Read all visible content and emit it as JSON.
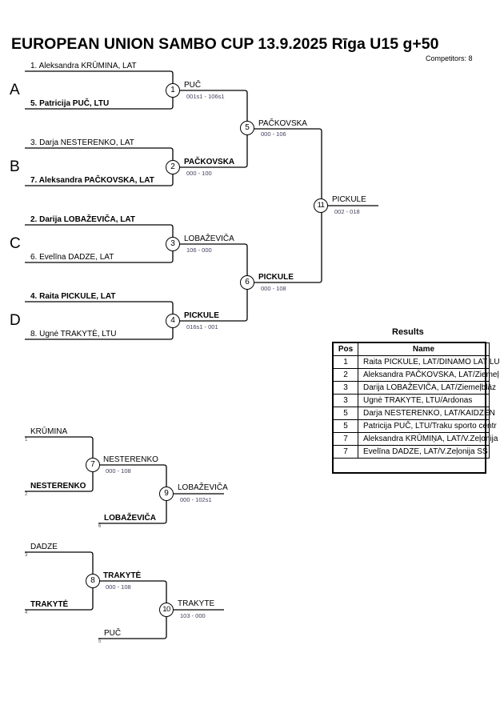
{
  "header": {
    "title": "EUROPEAN UNION SAMBO CUP  13.9.2025  Rīga   U15 g+50",
    "competitors": "Competitors: 8"
  },
  "pools": [
    "A",
    "B",
    "C",
    "D"
  ],
  "round1": [
    {
      "top": "1. Aleksandra KRŪMINA, LAT",
      "bottom": "5. Patricija PUČ, LTU",
      "bold_side": "bottom",
      "match": "1",
      "winner": "PUČ",
      "winner_bold": false,
      "score": "001s1 - 106s1"
    },
    {
      "top": "3. Darja NESTERENKO, LAT",
      "bottom": "7. Aleksandra PAČKOVSKA, LAT",
      "bold_side": "bottom",
      "match": "2",
      "winner": "PAČKOVSKA",
      "winner_bold": true,
      "score": "000 - 100"
    },
    {
      "top": "2. Darija LOBAŽEVIČA, LAT",
      "bottom": "6. Evelīna DADZE, LAT",
      "bold_side": "top",
      "match": "3",
      "winner": "LOBAŽEVIČA",
      "winner_bold": false,
      "score": "106 - 000"
    },
    {
      "top": "4. Raita PICKULE, LAT",
      "bottom": "8. Ugnė TRAKYTĖ, LTU",
      "bold_side": "top",
      "match": "4",
      "winner": "PICKULE",
      "winner_bold": true,
      "score": "016s1 - 001"
    }
  ],
  "round2": [
    {
      "match": "5",
      "winner": "PAČKOVSKA",
      "winner_bold": false,
      "score": "000 - 106"
    },
    {
      "match": "6",
      "winner": "PICKULE",
      "winner_bold": true,
      "score": "000 - 108"
    }
  ],
  "final": {
    "match": "11",
    "winner": "PICKULE",
    "score": "002 - 018"
  },
  "repechage": [
    {
      "first_top": "KRŪMINA",
      "first_top_seed": "1",
      "first_bottom": "NESTERENKO",
      "first_bottom_seed": "2",
      "first_match": "7",
      "first_winner": "NESTERENKO",
      "first_score": "000 - 108",
      "second_bottom": "LOBAŽEVIČA",
      "second_bottom_seed": "6",
      "second_match": "9",
      "second_winner": "LOBAŽEVIČA",
      "second_score": "000 - 102s1"
    },
    {
      "first_top": "DADZE",
      "first_top_seed": "3",
      "first_bottom": "TRAKYTĖ",
      "first_bottom_seed": "4",
      "first_match": "8",
      "first_winner": "TRAKYTĖ",
      "first_score": "000 - 108",
      "second_bottom": "PUČ",
      "second_bottom_seed": "5",
      "second_match": "10",
      "second_winner": "TRAKYTE",
      "second_score": "103 - 000"
    }
  ],
  "results": {
    "title": "Results",
    "headers": [
      "Pos",
      "Name"
    ],
    "rows": [
      {
        "pos": "1",
        "name": "Raita PICKULE, LAT/DINAMO LAT LU"
      },
      {
        "pos": "2",
        "name": "Aleksandra PAČKOVSKA, LAT/Ziemeļ"
      },
      {
        "pos": "3",
        "name": "Darija LOBAŽEVIČA, LAT/Ziemeļblāz"
      },
      {
        "pos": "3",
        "name": "Ugnė TRAKYTE, LTU/Ardonas"
      },
      {
        "pos": "5",
        "name": "Darja NESTERENKO, LAT/KAIDZEN"
      },
      {
        "pos": "5",
        "name": "Patricija PUČ, LTU/Traku sporto centr"
      },
      {
        "pos": "7",
        "name": "Aleksandra KRŪMIŅA, LAT/V.Zeļonija"
      },
      {
        "pos": "7",
        "name": "Evelīna DADZE, LAT/V.Zeļonija SS"
      }
    ]
  },
  "colors": {
    "line": "#000000",
    "score": "#404060"
  }
}
